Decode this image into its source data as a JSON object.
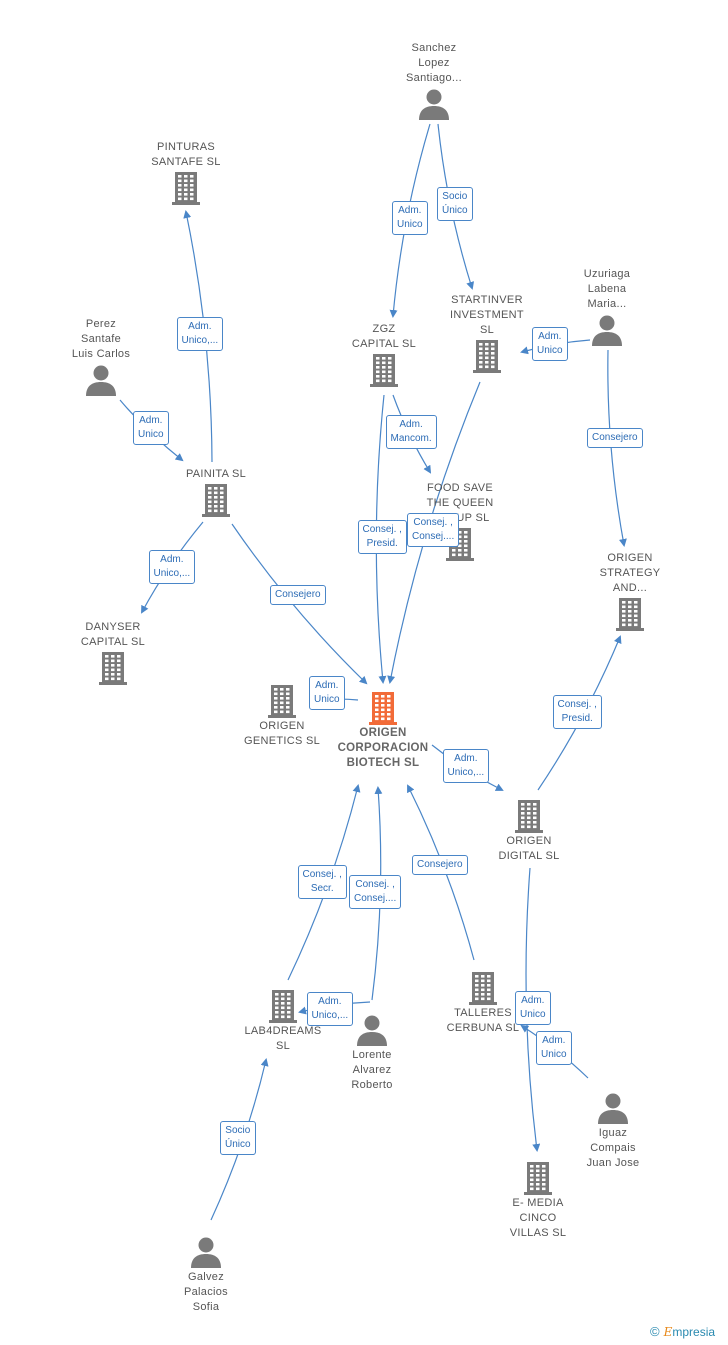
{
  "colors": {
    "edge": "#4a86c8",
    "badge": "#2d6cb5",
    "node": "#7a7a7a",
    "main": "#f26b38"
  },
  "nodes": [
    {
      "id": "sanchez",
      "label": "Sanchez\nLopez\nSantiago...",
      "kind": "person"
    },
    {
      "id": "pinturas",
      "label": "PINTURAS\nSANTAFE  SL",
      "kind": "company"
    },
    {
      "id": "uzuriaga",
      "label": "Uzuriaga\nLabena\nMaria...",
      "kind": "person"
    },
    {
      "id": "startinver",
      "label": "STARTINVER\nINVESTMENT\nSL",
      "kind": "company"
    },
    {
      "id": "zgz",
      "label": "ZGZ\nCAPITAL  SL",
      "kind": "company"
    },
    {
      "id": "perez",
      "label": "Perez\nSantafe\nLuis Carlos",
      "kind": "person"
    },
    {
      "id": "painita",
      "label": "PAINITA  SL",
      "kind": "company"
    },
    {
      "id": "foodsave",
      "label": "FOOD SAVE\nTHE QUEEN\nGROUP  SL",
      "kind": "company"
    },
    {
      "id": "strategy",
      "label": "ORIGEN\nSTRATEGY\nAND...",
      "kind": "company"
    },
    {
      "id": "danyser",
      "label": "DANYSER\nCAPITAL  SL",
      "kind": "company"
    },
    {
      "id": "genetics",
      "label": "ORIGEN\nGENETICS  SL",
      "kind": "company"
    },
    {
      "id": "corporacion",
      "label": "ORIGEN\nCORPORACION\nBIOTECH  SL",
      "kind": "main"
    },
    {
      "id": "digital",
      "label": "ORIGEN\nDIGITAL  SL",
      "kind": "company"
    },
    {
      "id": "lab4dreams",
      "label": "LAB4DREAMS\nSL",
      "kind": "company"
    },
    {
      "id": "lorente",
      "label": "Lorente\nAlvarez\nRoberto",
      "kind": "person"
    },
    {
      "id": "talleres",
      "label": "TALLERES\nCERBUNA  SL",
      "kind": "company"
    },
    {
      "id": "iguaz",
      "label": "Iguaz\nCompais\nJuan Jose",
      "kind": "person"
    },
    {
      "id": "emedia",
      "label": "E- MEDIA\nCINCO\nVILLAS  SL",
      "kind": "company"
    },
    {
      "id": "galvez",
      "label": "Galvez\nPalacios\nSofia",
      "kind": "person"
    }
  ],
  "edges": [
    {
      "from": "sanchez",
      "to": "zgz",
      "label": "Adm.\nUnico"
    },
    {
      "from": "sanchez",
      "to": "startinver",
      "label": "Socio\nÚnico"
    },
    {
      "from": "painita",
      "to": "pinturas",
      "label": "Adm.\nUnico,..."
    },
    {
      "from": "perez",
      "to": "painita",
      "label": "Adm.\nUnico"
    },
    {
      "from": "uzuriaga",
      "to": "startinver",
      "label": "Adm.\nUnico"
    },
    {
      "from": "uzuriaga",
      "to": "strategy",
      "label": "Consejero"
    },
    {
      "from": "zgz",
      "to": "foodsave",
      "label": "Adm.\nMancom."
    },
    {
      "from": "zgz",
      "to": "corporacion",
      "label": "Consej. ,\nPresid."
    },
    {
      "from": "startinver",
      "to": "corporacion",
      "label": "Consej. ,\nConsej...."
    },
    {
      "from": "painita",
      "to": "danyser",
      "label": "Adm.\nUnico,..."
    },
    {
      "from": "painita",
      "to": "corporacion",
      "label": "Consejero"
    },
    {
      "from": "corporacion",
      "to": "genetics",
      "label": "Adm.\nUnico"
    },
    {
      "from": "corporacion",
      "to": "digital",
      "label": "Adm.\nUnico,..."
    },
    {
      "from": "digital",
      "to": "strategy",
      "label": "Consej. ,\nPresid."
    },
    {
      "from": "lab4dreams",
      "to": "corporacion",
      "label": "Consej. ,\nSecr."
    },
    {
      "from": "lorente",
      "to": "corporacion",
      "label": "Consej. ,\nConsej...."
    },
    {
      "from": "lorente",
      "to": "lab4dreams",
      "label": "Adm.\nUnico,..."
    },
    {
      "from": "talleres",
      "to": "corporacion",
      "label": "Consejero"
    },
    {
      "from": "digital",
      "to": "emedia",
      "label": "Adm.\nUnico"
    },
    {
      "from": "iguaz",
      "to": "emedia",
      "label": "Adm.\nUnico"
    },
    {
      "from": "galvez",
      "to": "lab4dreams",
      "label": "Socio\nÚnico"
    }
  ],
  "brand": {
    "copyright": "©",
    "name_first": "E",
    "name_rest": "mpresia"
  }
}
